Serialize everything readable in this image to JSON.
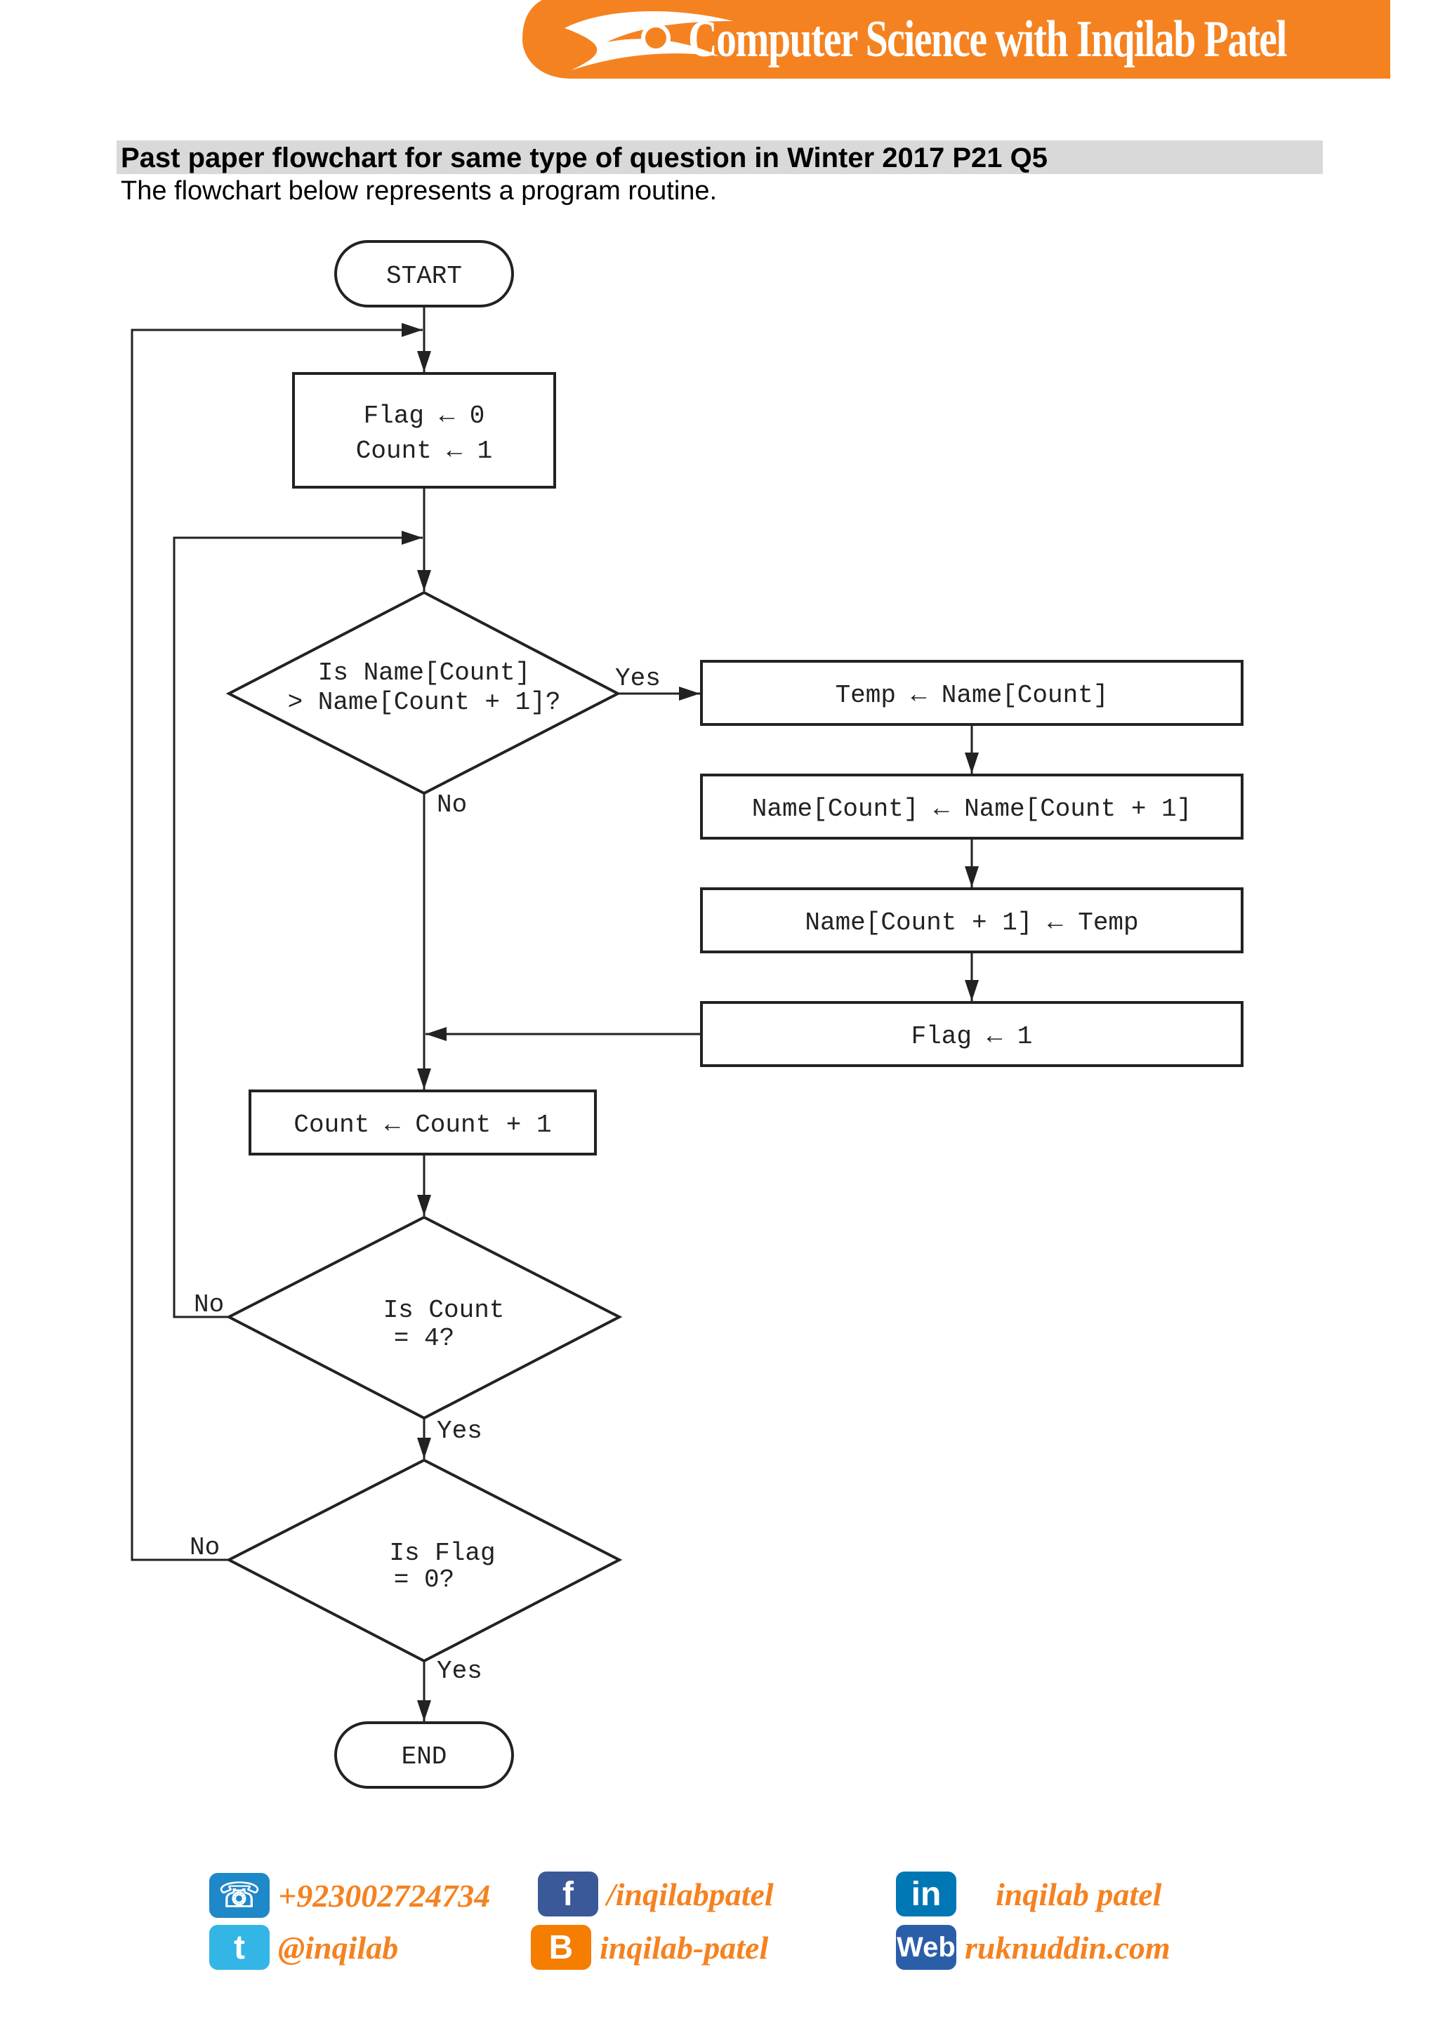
{
  "header": {
    "banner_title": "Computer Science with Inqilab Patel",
    "brand_color": "#f58220"
  },
  "heading": "Past paper flowchart for same type of question in Winter 2017 P21 Q5",
  "intro": "The flowchart below represents a program routine.",
  "flowchart": {
    "start": "START",
    "init_line1": "Flag ← 0",
    "init_line2": "Count ← 1",
    "decision1_line1": "Is Name[Count]",
    "decision1_line2": "> Name[Count + 1]?",
    "decision1_yes": "Yes",
    "decision1_no": "No",
    "swap1": "Temp ← Name[Count]",
    "swap2": "Name[Count] ← Name[Count + 1]",
    "swap3": "Name[Count + 1] ← Temp",
    "set_flag": "Flag ← 1",
    "increment": "Count ← Count + 1",
    "decision2_line1": "Is Count",
    "decision2_line2": "= 4?",
    "decision2_no": "No",
    "decision2_yes": "Yes",
    "decision3_line1": "Is Flag",
    "decision3_line2": "= 0?",
    "decision3_no": "No",
    "decision3_yes": "Yes",
    "end": "END"
  },
  "footer": {
    "phone": "+923002724734",
    "twitter": "@inqilab",
    "facebook": "/inqilabpatel",
    "blogger": "inqilab-patel",
    "linkedin": "inqilab patel",
    "web": "ruknuddin.com",
    "icons": [
      "phone-icon",
      "twitter-icon",
      "facebook-icon",
      "blogger-icon",
      "linkedin-icon",
      "web-icon"
    ],
    "colors": {
      "phone": "#1e88c8",
      "twitter": "#33b5e5",
      "facebook": "#3b5998",
      "blogger": "#f57d00",
      "linkedin": "#0077b5",
      "web": "#2a5fa8",
      "text_orange": "#f58220",
      "text_blue": "#1565c0"
    }
  }
}
